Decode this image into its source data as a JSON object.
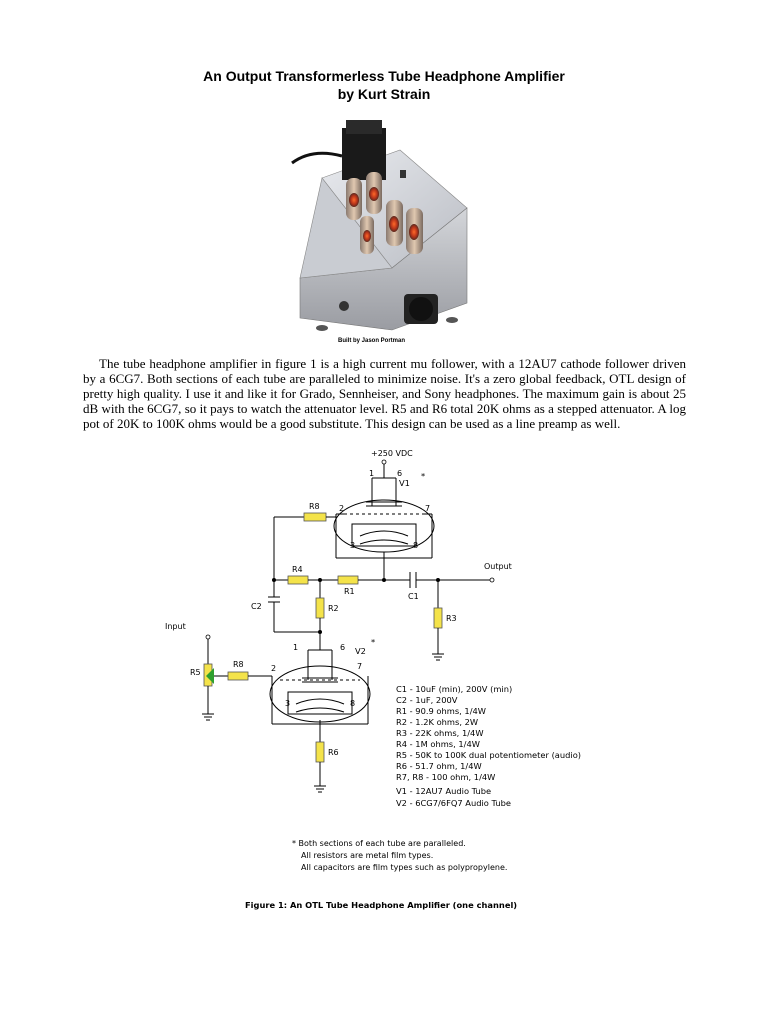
{
  "title_line1": "An Output Transformerless Tube Headphone Amplifier",
  "title_line2": "by Kurt Strain",
  "photo_caption": "Built by Jason Portman",
  "paragraph": "The tube headphone amplifier in figure 1 is a high current mu follower, with a 12AU7 cathode follower driven by a 6CG7. Both sections of each tube are paralleled to minimize noise. It's a zero global feedback, OTL design of pretty high quality. I use it and like it for Grado, Sennheiser, and Sony headphones. The maximum gain is about 25 dB with the 6CG7, so it pays to watch the attenuator level. R5 and R6 total 20K ohms as a stepped attenuator. A log pot of 20K to 100K ohms would be a good substitute. This design can be used as a line preamp as well.",
  "schematic": {
    "supply": "+250 VDC",
    "v1_label": "V1",
    "v2_label": "V2",
    "asterisk": "*",
    "input": "Input",
    "output": "Output",
    "r1": "R1",
    "r2": "R2",
    "r3": "R3",
    "r4": "R4",
    "r5": "R5",
    "r6": "R6",
    "r7": "R8",
    "r8": "R8",
    "c1": "C1",
    "c2": "C2",
    "pins": {
      "p1": "1",
      "p6": "6",
      "p2": "2",
      "p7": "7",
      "p3": "3",
      "p8": "8"
    },
    "parts_list": [
      "C1  -  10uF (min), 200V (min)",
      "C2  -  1uF, 200V",
      "R1  -  90.9 ohms, 1/4W",
      "R2  -  1.2K ohms, 2W",
      "R3  -  22K ohms, 1/4W",
      "R4  -  1M ohms, 1/4W",
      "R5  -  50K to 100K dual potentiometer (audio)",
      "R6  -  51.7 ohm, 1/4W",
      "R7, R8  -  100 ohm, 1/4W",
      "V1  -  12AU7 Audio Tube",
      "V2  -  6CG7/6FQ7 Audio Tube"
    ],
    "notes": [
      "* Both sections of each tube are paralleled.",
      "All resistors are metal film types.",
      "All capacitors are film types such as polypropylene."
    ],
    "figure_caption": "Figure 1:  An OTL Tube Headphone Amplifier (one channel)"
  },
  "colors": {
    "resistor": "#f4e34a",
    "pot_wiper": "#2ea02e"
  }
}
